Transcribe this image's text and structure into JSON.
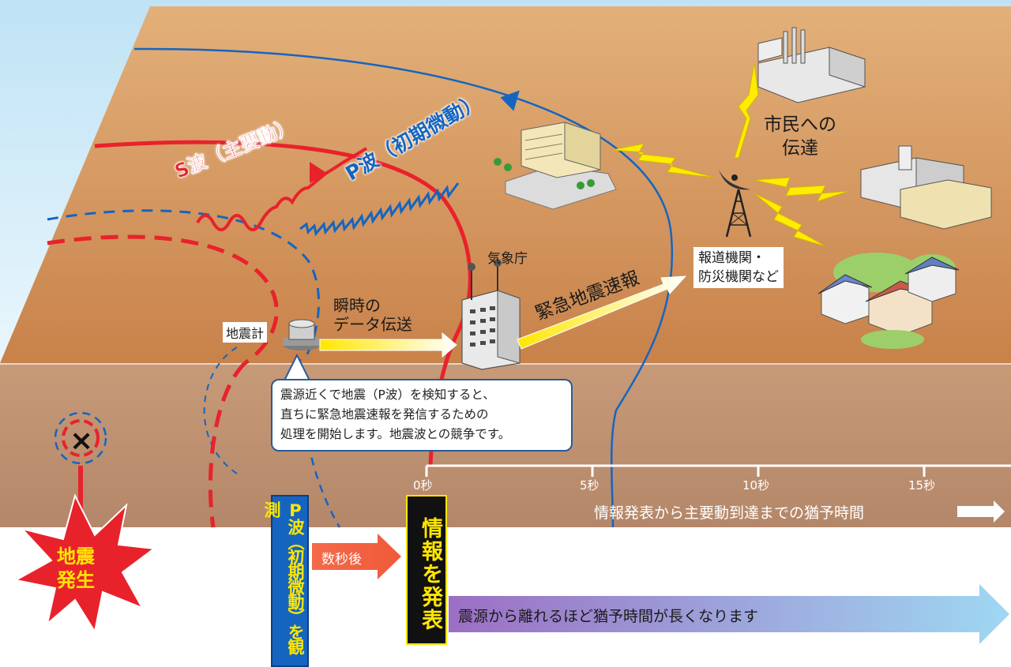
{
  "labels": {
    "s_wave": "S波（主要動）",
    "p_wave": "P波（初期微動）",
    "seismometer": "地震計",
    "jma": "気象庁",
    "instant_transmission": [
      "瞬時の",
      "データ伝送"
    ],
    "eew": "緊急地震速報",
    "media_agencies": [
      "報道機関・",
      "防災機関など"
    ],
    "to_citizens": [
      "市民への",
      "伝達"
    ],
    "quake_occurs": [
      "地震",
      "発生"
    ],
    "p_wave_observed": "P波（初期微動）を観測",
    "after_seconds": "数秒後",
    "announce": "情報を発表",
    "grace_time": "情報発表から主要動到達までの猶予時間",
    "farther_longer": "震源から離れるほど猶予時間が長くなります"
  },
  "info_box": [
    "震源近くで地震（P波）を検知すると、",
    "直ちに緊急地震速報を発信するための",
    "処理を開始します。地震波との競争です。"
  ],
  "timeline": {
    "ticks": [
      "0秒",
      "5秒",
      "10秒",
      "15秒"
    ]
  },
  "colors": {
    "ground": "#d4935a",
    "underground": "#b98c6a",
    "s_wave": "#e8222b",
    "p_wave": "#1565c0",
    "lightning": "#ffec00",
    "announce_bg": "#111111",
    "announce_text": "#ffe600"
  }
}
